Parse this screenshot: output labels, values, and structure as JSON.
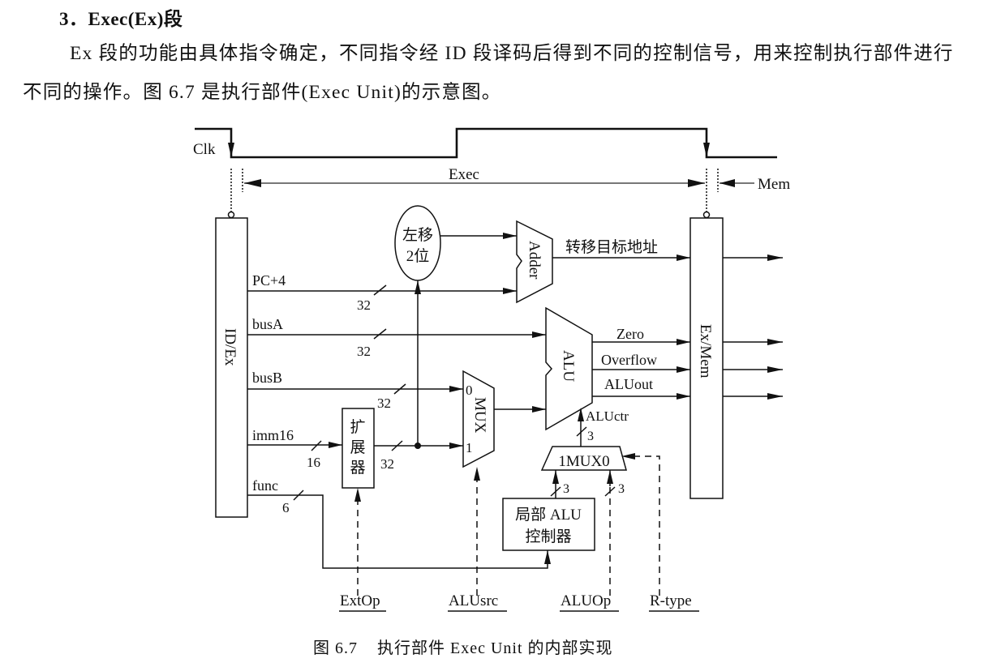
{
  "section": {
    "heading": "3．Exec(Ex)段",
    "paragraph": "Ex 段的功能由具体指令确定，不同指令经 ID 段译码后得到不同的控制信号，用来控制执行部件进行不同的操作。图 6.7 是执行部件(Exec Unit)的示意图。"
  },
  "figure": {
    "caption_number": "图 6.7",
    "caption_text": "执行部件 Exec Unit 的内部实现",
    "timing": {
      "clock_label": "Clk",
      "exec_label": "Exec",
      "mem_label": "Mem"
    },
    "registers": {
      "id_ex": "ID/Ex",
      "ex_mem": "Ex/Mem"
    },
    "id_ex_outputs": [
      {
        "name": "PC+4",
        "width": "32"
      },
      {
        "name": "busA",
        "width": "32"
      },
      {
        "name": "busB",
        "width": "32"
      },
      {
        "name": "imm16",
        "width": "16"
      },
      {
        "name": "func",
        "width": "6"
      }
    ],
    "blocks": {
      "shift_line1": "左移",
      "shift_line2": "2位",
      "adder": "Adder",
      "alu": "ALU",
      "mux": "MUX",
      "mux_in0": "0",
      "mux_in1": "1",
      "extender_chars": [
        "扩",
        "展",
        "器"
      ],
      "ext_out_width": "32",
      "alu_mux": "1MUX0",
      "local_ctrl_line1": "局部 ALU",
      "local_ctrl_line2": "控制器"
    },
    "signals": {
      "branch_target": "转移目标地址",
      "zero": "Zero",
      "overflow": "Overflow",
      "aluout": "ALUout",
      "aluctr": "ALUctr",
      "aluctr_width": "3",
      "local_ctrl_width": "3",
      "aluop_width": "3"
    },
    "control_inputs": [
      "ExtOp",
      "ALUsrc",
      "ALUOp",
      "R-type"
    ]
  }
}
